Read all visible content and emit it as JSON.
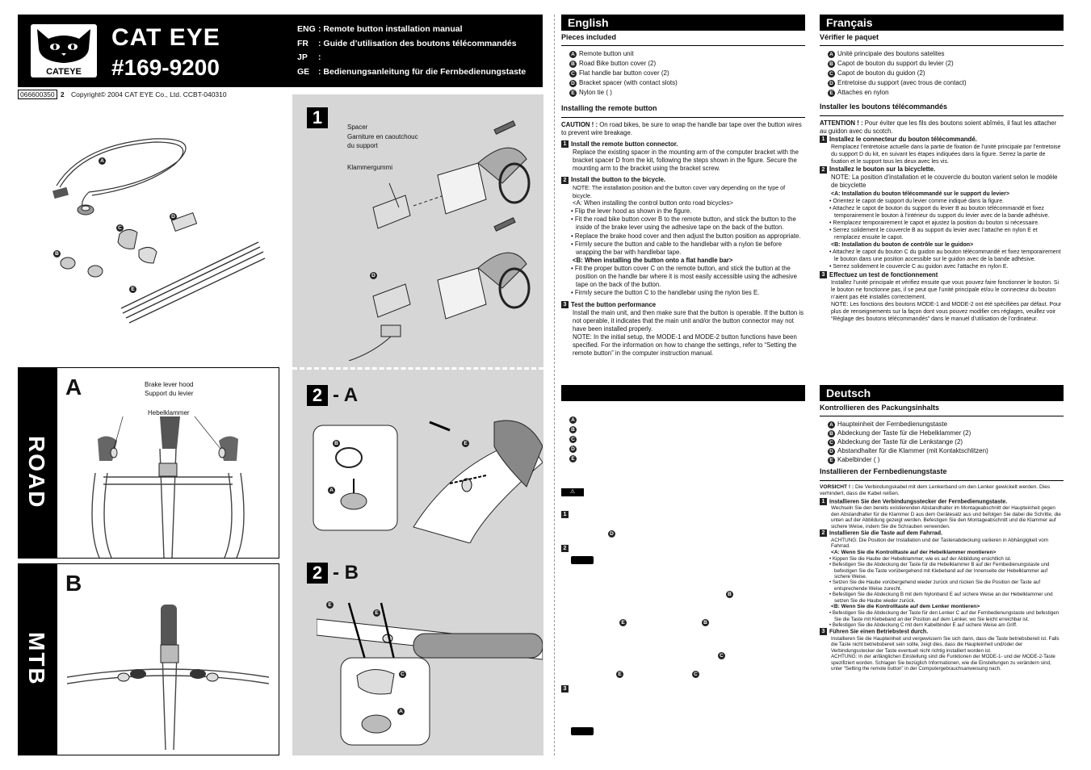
{
  "header": {
    "brand": "CAT EYE",
    "logo_text": "CATEYE",
    "model": "#169-9200",
    "manuals": [
      {
        "code": "ENG",
        "text": ": Remote button installation manual"
      },
      {
        "code": "FR",
        "text": ": Guide d’utilisation des boutons télécommandés"
      },
      {
        "code": "JP",
        "text": ":"
      },
      {
        "code": "GE",
        "text": ": Bedienungsanleitung für die Fernbedienungstaste"
      }
    ],
    "doc_no": "066600350",
    "page_no": "2",
    "copyright": "Copyright© 2004 CAT EYE Co., Ltd. CCBT-040310"
  },
  "parts_letters": [
    "A",
    "B",
    "C",
    "D",
    "E"
  ],
  "road": {
    "label": "ROAD",
    "letter": "A",
    "c1": "Brake lever hood",
    "c2": "Support du levier",
    "c3": "Hebelklammer"
  },
  "mtb": {
    "label": "MTB",
    "letter": "B"
  },
  "steps": {
    "s1": {
      "num": "1",
      "c1": "Spacer",
      "c2": "Garniture en caoutchouc",
      "c3": "du support",
      "c4": "Klammergummi"
    },
    "s2a": {
      "num": "2",
      "suffix": "- A"
    },
    "s2b": {
      "num": "2",
      "suffix": "- B"
    }
  },
  "english": {
    "title": "English",
    "pieces_title": "Pieces included",
    "pieces": [
      "Remote button unit",
      "Road Bike button cover (2)",
      "Flat handle bar button cover (2)",
      "Bracket spacer (with contact slots)",
      "Nylon tie ( )"
    ],
    "install_title": "Installing the remote button",
    "caution_label": "CAUTION ! :",
    "caution": "On road bikes, be sure to wrap the handle bar tape over the button wires to prevent wire breakage.",
    "s1_title": "Install the remote button connector.",
    "s1_text": "Replace the existing spacer in the mounting arm of the computer bracket with the bracket spacer D from the kit, following the steps shown in the figure. Secure the mounting arm to the bracket using the bracket screw.",
    "s2_title": "Install the button to the bicycle.",
    "s2_note": "NOTE: The installation position and the button cover vary depending on the type of bicycle.",
    "s2a_title": "<A: When installing the control button onto road bicycles>",
    "s2a_items": [
      "Flip the lever hood as shown in the figure.",
      "Fit the road bike button cover B to the remote button, and stick the button to the inside of the brake lever using the adhesive tape on the back of the button.",
      "Replace the brake hood cover and then adjust the button position as appropriate.",
      "Firmly secure the button and cable to the handlebar with a nylon tie before wrapping the bar with handlebar tape."
    ],
    "s2b_title": "<B: When installing the button onto a flat handle bar>",
    "s2b_items": [
      "Fit the proper button cover C on the remote button, and stick the button at the position on the handle bar where it is most easily accessible using the adhesive tape on the back of the button.",
      "Firmly secure the button C to the handlebar using the nylon ties E."
    ],
    "s3_title": "Test the button performance",
    "s3_text": "Install the main unit, and then make sure that the button is operable. If the button is not operable, it indicates that the main unit and/or the button connector may not have been installed properly.",
    "s3_note": "NOTE: In the initial setup, the MODE-1 and MODE-2 button functions have been specified. For the information on how to change the settings, refer to “Setting the remote button” in the computer instruction manual."
  },
  "francais": {
    "title": "Français",
    "pieces_title": "Vérifier le paquet",
    "pieces": [
      "Unité principale des boutons satelites",
      "Capot de bouton du support du levier (2)",
      "Capot de bouton du guidon (2)",
      "Entretoise du support (avec trous de contact)",
      "Attaches en nylon"
    ],
    "install_title": "Installer les boutons télécommandés",
    "caution_label": "ATTENTION ! :",
    "caution": "Pour éviter que les fils des boutons soient abîmés, il faut les attacher au guidon avec du scotch.",
    "s1_title": "Installez le connecteur du bouton télécommandé.",
    "s1_text": "Remplacez l’entretoise actuelle dans la partie de fixation de l’unité principale par l’entretoise du support D du kit, en suivant les étapes indiquées dans la figure. Serrez la partie de fixation et le support tous les deux avec les vis.",
    "s2_title": "Installez le bouton sur la bicyclette.",
    "s2_note": "NOTE: La position d’installation et le couvercle du bouton varient selon le modèle de bicyclette",
    "s2a_title": "<A: Installation du bouton télécommandé sur le support du levier>",
    "s2a_items": [
      "Orientez le capot de support du levier comme indiqué dans la figure.",
      "Attachez le capot de bouton du support du levier B au bouton télécommandé et fixez temporairement le bouton à l’intérieur du support du levier avec de la bande adhésive.",
      "Remplacez temporairement le capot et ajustez la position du bouton si nécessaire.",
      "Serrez solidement le couvercle B au support du levier avec l’attache en nylon E et remplacez ensuite le capot."
    ],
    "s2b_title": "<B: Installation du bouton de contrôle sur le guidon>",
    "s2b_items": [
      "Attachez le capot du bouton C du guidon au bouton télécommandé et fixez temporairement le bouton dans une position accessible sur le guidon avec de la bande adhésive.",
      "Serrez solidement le couvercle C au guidon avec l’attache en nylon E."
    ],
    "s3_title": "Effectuez un test de fonctionnement",
    "s3_text": "Installez l’unité principale et vérifiez ensuite que vous pouvez faire fonctionner le bouton. Si le bouton ne fonctionne pas, il se peut que l’unité principale et/ou le connecteur du bouton n’aient pas été installés correctement.",
    "s3_note": "NOTE: Les fonctions des boutons MODE-1 and MODE-2 ont été spécifiées par défaut. Pour plus de renseignements sur la façon dont vous pouvez modifier ces réglages, veuillez voir “Réglage des boutons télécommandés” dans le manuel d’utilisation de l’ordinateur."
  },
  "deutsch": {
    "title": "Deutsch",
    "pieces_title": "Kontrollieren des Packungsinhalts",
    "pieces": [
      "Haupteinheit der Fernbedienungstaste",
      "Abdeckung der Taste für die Hebelklammer (2)",
      "Abdeckung der Taste für die Lenkstange (2)",
      "Abstandhalter für die Klammer (mit Kontaktschlitzen)",
      "Kabelbinder ( )"
    ],
    "install_title": "Installieren der Fernbedienungstaste",
    "caution_label": "VORSICHT ! :",
    "caution": "Die Verbindungskabel mit dem Lenkerband um den Lenker gewickelt werden. Dies verhindert, dass die Kabel reißen.",
    "s1_title": "Installieren Sie den Verbindungsstecker der Fernbedienungstaste.",
    "s1_text": "Wechseln Sie den bereits existierenden Abstandhalter im Montageabschnitt der Haupteinheit gegen den Abstandhalter für die Klammer D aus dem Gerätesatz aus und befolgen Sie dabei die Schritte, die unten auf der Abbildung gezeigt werden. Befestigen Sie den Montageabschnitt und die Klammer auf sichere Weise, indem Sie die Schrauben verwenden.",
    "s2_title": "Installieren Sie die Taste auf dem Fahrrad.",
    "s2_note": "ACHTUNG: Die Position der Installation und der Tastenabdeckung variieren in Abhängigkeit vom Fahrrad.",
    "s2a_title": "<A: Wenn Sie die Kontrolltaste auf der Hebelklammer montieren>",
    "s2a_items": [
      "Kippen Sie die Haube der Hebelklammer, wie es auf der Abbildung ersichtlich ist.",
      "Befestigen Sie die Abdeckung der Taste für die Hebelklammer B auf der Fernbedienungstaste und befestigen Sie die Taste vorübergehend mit Klebeband auf der Innenseite der Hebelklammer auf sichere Weise.",
      "Setzen Sie die Haube vorübergehend wieder zurück und rücken Sie die Position der Taste auf entsprechende Weise zurecht.",
      "Befestigen Sie die Abdeckung B mit dem Nylonband E auf sichere Weise an der Hebelklammer und setzen Sie die Haube wieder zurück."
    ],
    "s2b_title": "<B: Wenn Sie die Kontrolltaste auf dem Lenker montieren>",
    "s2b_items": [
      "Befestigen Sie die Abdeckung der Taste für den Lenker C auf der Fernbedienungstaste und befestigen Sie die Taste mit Klebeband an der Position auf dem Lenker, wo Sie leicht erreichbar ist.",
      "Befestigen Sie die Abdeckung C mit dem Kabelbinder E auf sichere Weise am Griff."
    ],
    "s3_title": "Führen Sie einen Betriebstest durch.",
    "s3_text": "Installieren Sie die Haupteinheit und vergewissern Sie sich dann, dass die Taste betriebsbereit ist. Falls die Taste nicht betriebsbereit sein sollte, zeigt dies, dass die Haupteinheit und/oder der Verbindungsstecker der Taste eventuell nicht richtig installiert worden ist.",
    "s3_note": "ACHTUNG: In der anfänglichen Einstellung sind die Funktionen der MODE-1- und der MODE-2-Taste spezifiziert worden. Schlagen Sie bezüglich Informationen, wie die Einstellungen zu verändern sind, unter “Setting the remote button” in der Computergebrauchsanweisung nach."
  },
  "jp": {
    "step_numbers": [
      "1",
      "2",
      "3"
    ]
  }
}
